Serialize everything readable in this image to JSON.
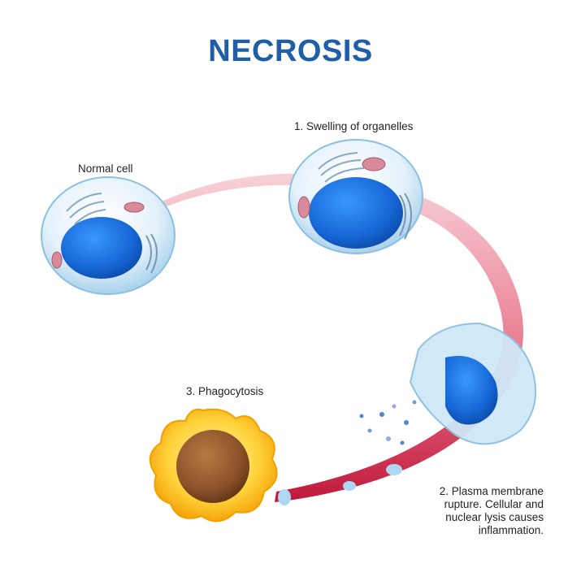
{
  "title": "NECROSIS",
  "colors": {
    "title": "#1f5ea8",
    "nucleus": "#1a6fd8",
    "membrane": "#d8ecf8",
    "path_light": "#f4c4cc",
    "path_dark": "#c21f3f",
    "phagocyte_outer": "#f5a800",
    "phagocyte_nucleus": "#8a5028"
  },
  "stages": [
    {
      "id": "normal",
      "label": "Normal cell"
    },
    {
      "id": "swelling",
      "label": "1. Swelling of organelles"
    },
    {
      "id": "rupture",
      "label_lines": [
        "2. Plasma membrane",
        "rupture. Cellular and",
        "nuclear lysis causes",
        "inflammation."
      ]
    },
    {
      "id": "phagocytosis",
      "label": "3. Phagocytosis"
    }
  ]
}
